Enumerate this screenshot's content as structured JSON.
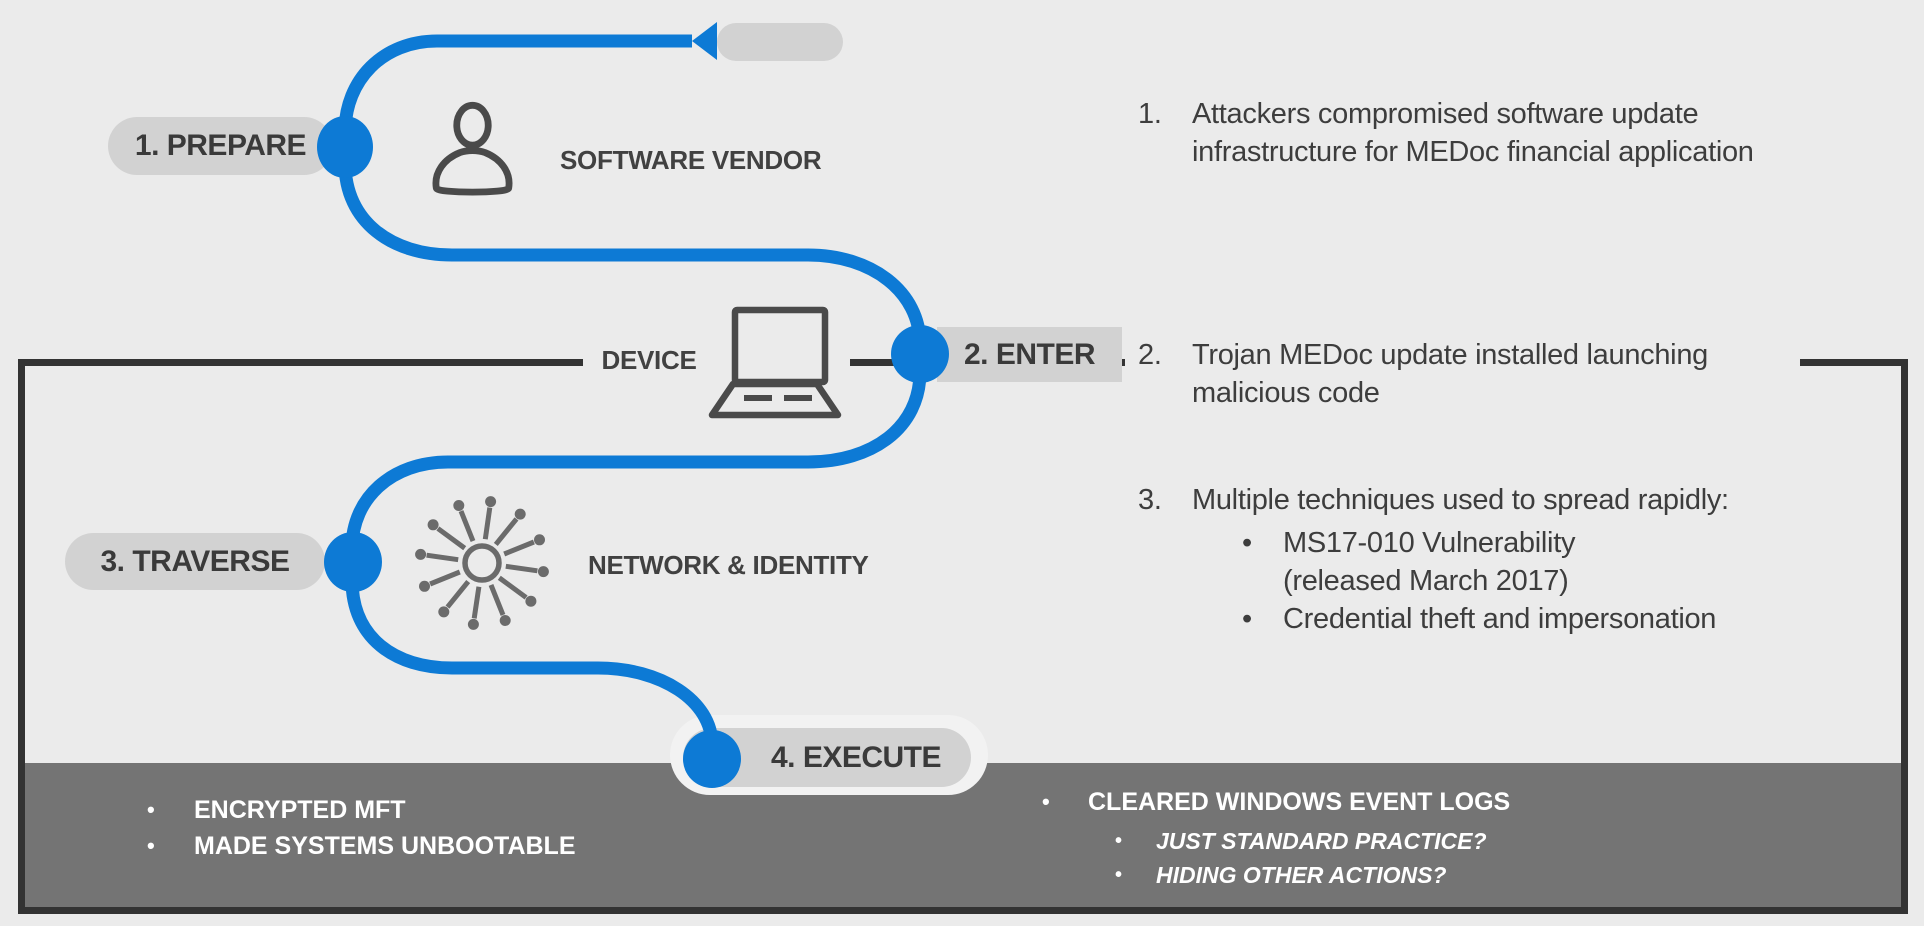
{
  "palette": {
    "background": "#ebebeb",
    "accent_blue": "#0d7ad5",
    "capsule_gray": "#d2d2d2",
    "frame_dark": "#333333",
    "band_gray": "#747474",
    "icon_gray": "#4a4a4a",
    "text_dark": "#3d3d3d",
    "text_white": "#ffffff"
  },
  "flow": {
    "steps": [
      {
        "label": "1. PREPARE",
        "target": "SOFTWARE VENDOR"
      },
      {
        "label": "2. ENTER",
        "target": "DEVICE"
      },
      {
        "label": "3. TRAVERSE",
        "target": "NETWORK & IDENTITY"
      },
      {
        "label": "4. EXECUTE",
        "target": ""
      }
    ]
  },
  "notes": [
    {
      "number": "1.",
      "line1": "Attackers compromised software update",
      "line2": "infrastructure for MEDoc financial application"
    },
    {
      "number": "2.",
      "line1": "Trojan MEDoc update installed launching",
      "line2": "malicious code"
    },
    {
      "number": "3.",
      "line1": "Multiple techniques used to spread rapidly:",
      "sub": [
        {
          "bullet": "•",
          "line1": "MS17-010 Vulnerability",
          "line2": "(released March 2017)"
        },
        {
          "bullet": "•",
          "line1": "Credential theft and impersonation"
        }
      ]
    }
  ],
  "impact": {
    "left_bullet": "•",
    "left_items": [
      "ENCRYPTED MFT",
      "MADE SYSTEMS UNBOOTABLE"
    ],
    "right_bullet": "•",
    "right_heading": "CLEARED WINDOWS EVENT LOGS",
    "right_sub": [
      "JUST STANDARD PRACTICE?",
      "HIDING OTHER ACTIONS?"
    ]
  }
}
